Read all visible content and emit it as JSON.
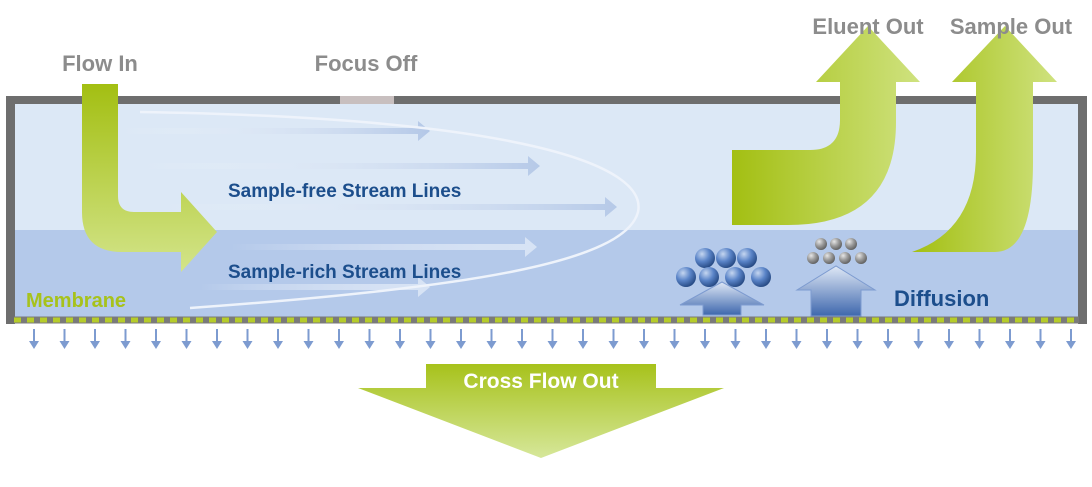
{
  "labels": {
    "flow_in": "Flow In",
    "focus_off": "Focus Off",
    "eluent_out": "Eluent Out",
    "sample_out": "Sample Out",
    "sample_free": "Sample-free Stream Lines",
    "sample_rich": "Sample-rich Stream Lines",
    "membrane": "Membrane",
    "diffusion": "Diffusion",
    "cross_flow_out": "Cross Flow Out"
  },
  "colors": {
    "flow_arrow": "#a7c21b",
    "channel_upper": "#dce8f6",
    "channel_lower": "#b4c9ea",
    "frame": "#6e6e6e",
    "label_blue": "#1c4e8c",
    "label_grey": "#8c8c8c",
    "large_particle": "#4a73b8",
    "small_particle": "#8a8a8a"
  }
}
